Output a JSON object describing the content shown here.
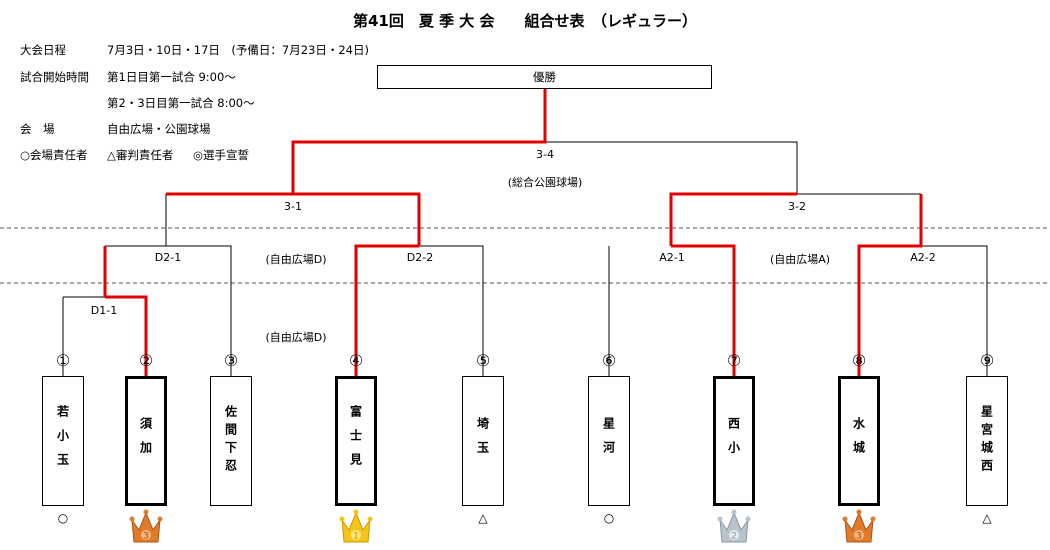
{
  "title": "第41回　夏 季 大 会　　組合せ表　（レギュラー）",
  "info": {
    "schedule_label": "大会日程",
    "schedule_value": "7月3日・10日・17日　(予備日：7月23日・24日)",
    "start_label": "試合開始時間",
    "start_value_1": "第1日目第一試合 9:00～",
    "start_value_2": "第2・3日目第一試合 8:00～",
    "venue_label": "会　場",
    "venue_value": "自由広場・公園球場",
    "legend_1": "○会場責任者",
    "legend_2": "△審判責任者",
    "legend_3": "◎選手宣誓"
  },
  "winner_label": "優勝",
  "matches": {
    "final": "3-4",
    "final_venue": "(総合公園球場)",
    "semi_left": "3-1",
    "semi_right": "3-2",
    "d2_1": "D2-1",
    "d2_2": "D2-2",
    "a2_1": "A2-1",
    "a2_2": "A2-2",
    "d1_1": "D1-1",
    "venue_d_round2": "(自由広場D)",
    "venue_a_round2": "(自由広場A)",
    "venue_d_round1": "(自由広場D)"
  },
  "teams": [
    {
      "num": "①",
      "name": "若小玉",
      "mark": "○"
    },
    {
      "num": "②",
      "name": "須加",
      "mark": ""
    },
    {
      "num": "③",
      "name": "佐間下忍",
      "mark": ""
    },
    {
      "num": "④",
      "name": "富士見",
      "mark": ""
    },
    {
      "num": "⑤",
      "name": "埼玉",
      "mark": "△"
    },
    {
      "num": "⑥",
      "name": "星河",
      "mark": "○"
    },
    {
      "num": "⑦",
      "name": "西小",
      "mark": ""
    },
    {
      "num": "⑧",
      "name": "水城",
      "mark": ""
    },
    {
      "num": "⑨",
      "name": "星宮城西",
      "mark": "△"
    }
  ],
  "crowns": [
    {
      "team": "須加",
      "place": "3",
      "color": "#e07b2a"
    },
    {
      "team": "富士見",
      "place": "1",
      "color": "#f5c518"
    },
    {
      "team": "西小",
      "place": "2",
      "color": "#b8c4cc"
    },
    {
      "team": "水城",
      "place": "3",
      "color": "#e07b2a"
    }
  ],
  "colors": {
    "winner_line": "#e00000",
    "line": "#000000",
    "dash": "#555555"
  }
}
